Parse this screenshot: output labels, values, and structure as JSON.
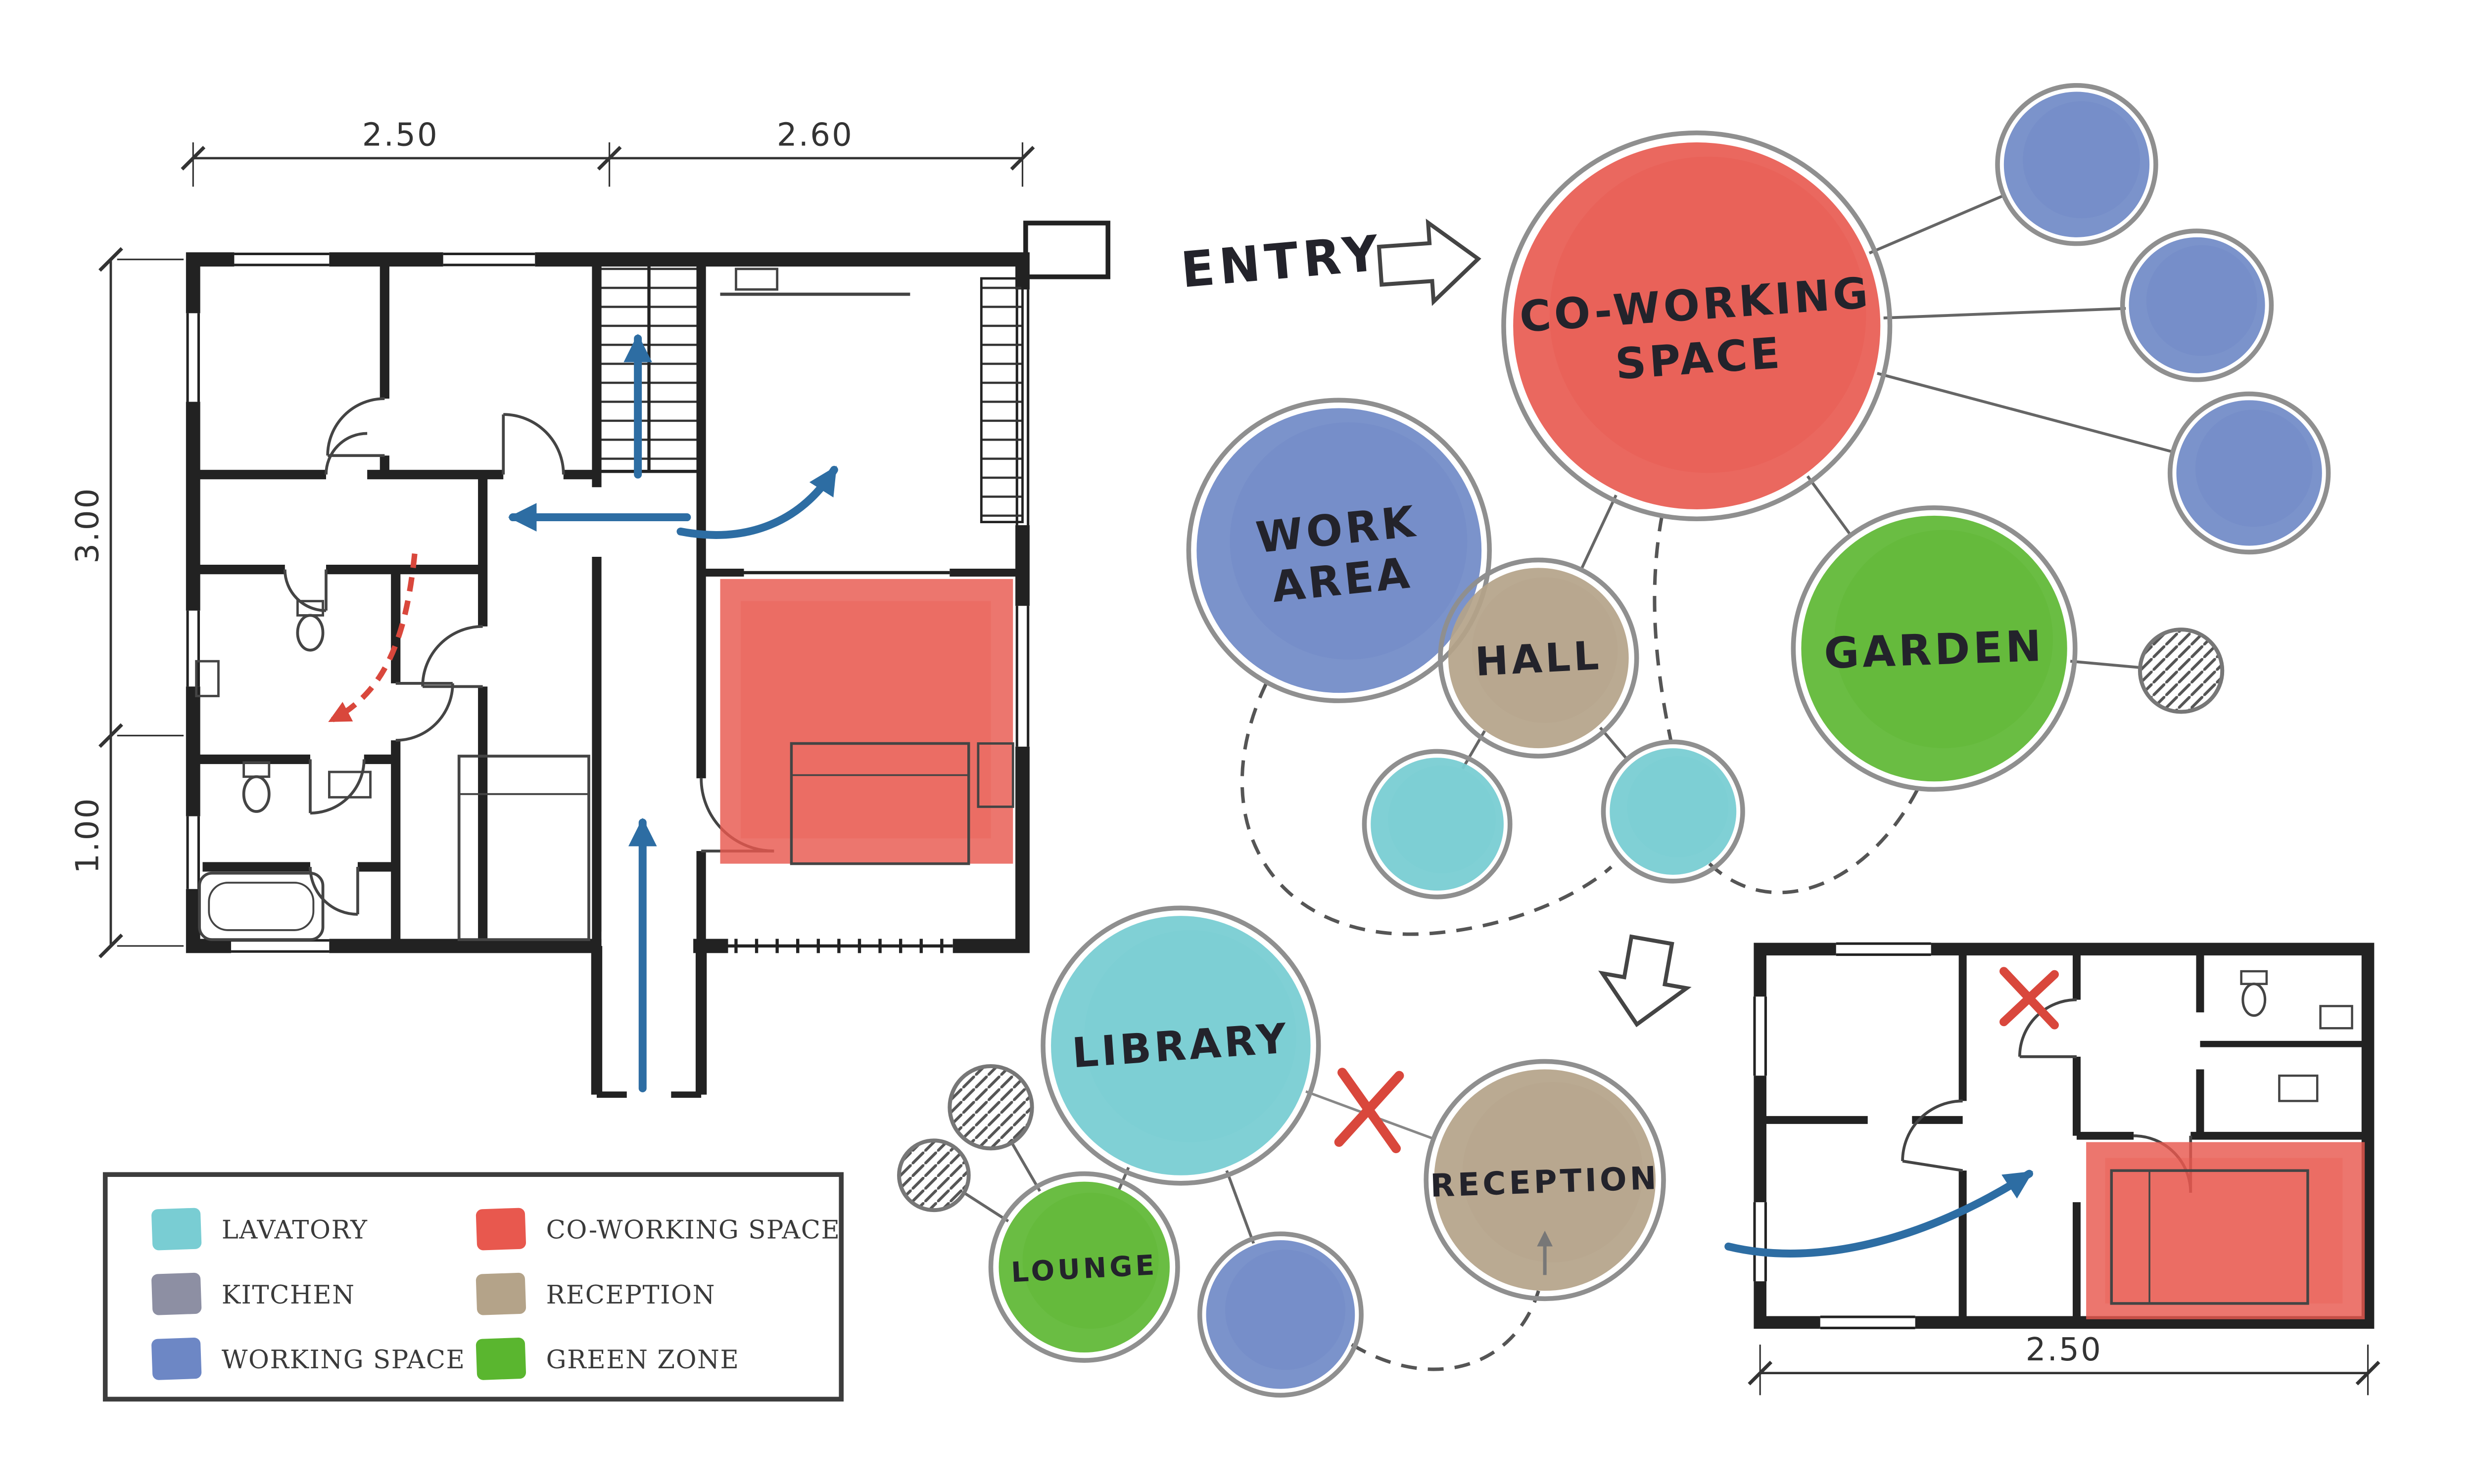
{
  "palette": {
    "red": "#e8584e",
    "blue": "#6d87c5",
    "teal": "#79cdd3",
    "green": "#5ab62f",
    "tan": "#b4a389",
    "kitchen_gray": "#8d8fa3",
    "wall": "#222222",
    "arrow_blue": "#2d6da3",
    "arrow_red": "#d9473c",
    "connector": "#666666",
    "ring": "#8f8f8f"
  },
  "entry": {
    "label": "ENTRY"
  },
  "bubbles": {
    "coworking": {
      "lines": [
        "CO-WORKING",
        "SPACE"
      ]
    },
    "work_area": {
      "lines": [
        "WORK",
        "AREA"
      ]
    },
    "hall": {
      "label": "HALL"
    },
    "garden": {
      "label": "GARDEN"
    },
    "library": {
      "label": "LIBRARY"
    },
    "lounge": {
      "label": "LOUNGE"
    },
    "reception": {
      "label": "RECEPTION"
    }
  },
  "main_plan": {
    "dim_top_left": "2.50",
    "dim_top_right": "2.60",
    "dim_left_upper": "3.00",
    "dim_left_lower": "1.00"
  },
  "small_plan": {
    "dim_bottom": "2.50"
  },
  "legend": {
    "items": [
      {
        "label": "LAVATORY",
        "color": "#79cdd3"
      },
      {
        "label": "KITCHEN",
        "color": "#8d8fa3"
      },
      {
        "label": "WORKING SPACE",
        "color": "#6d87c5"
      },
      {
        "label": "CO-WORKING SPACE",
        "color": "#e8584e"
      },
      {
        "label": "RECEPTION",
        "color": "#b4a389"
      },
      {
        "label": "GREEN ZONE",
        "color": "#5ab62f"
      }
    ]
  }
}
